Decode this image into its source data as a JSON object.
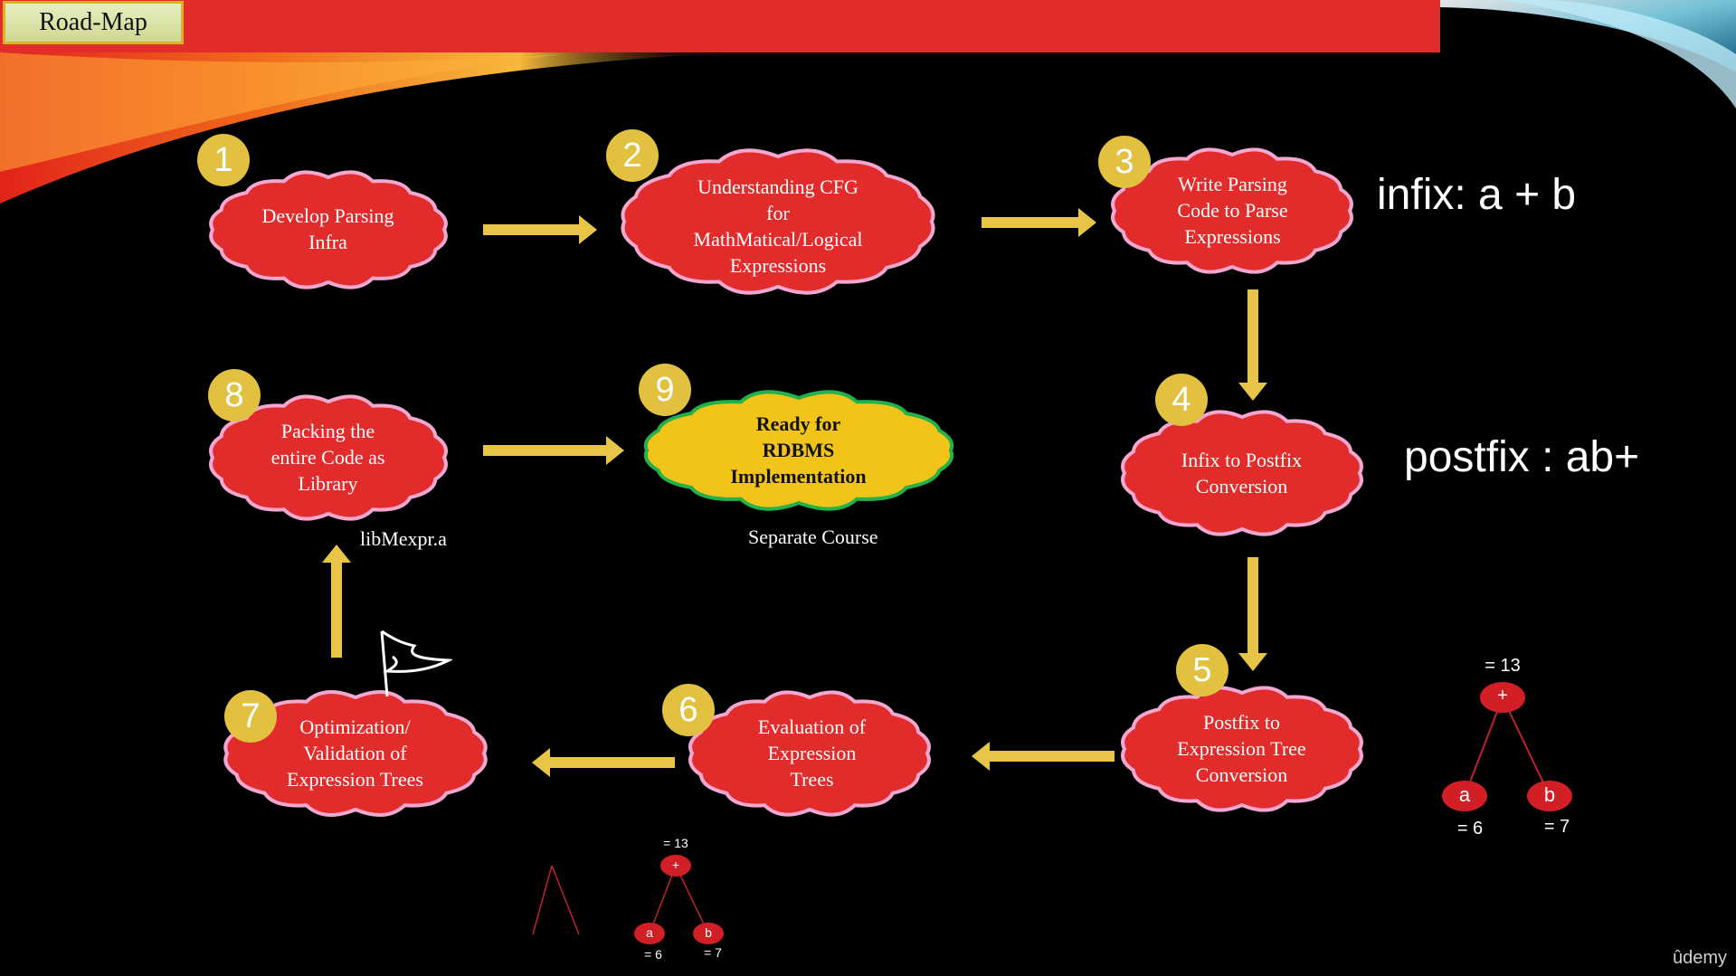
{
  "header": {
    "title": "Road-Map"
  },
  "steps": [
    {
      "number": "1",
      "text": "Develop Parsing\nInfra"
    },
    {
      "number": "2",
      "text": "Understanding CFG\nfor\nMathMatical/Logical\nExpressions"
    },
    {
      "number": "3",
      "text": "Write Parsing\nCode to Parse\nExpressions"
    },
    {
      "number": "4",
      "text": "Infix to Postfix\nConversion"
    },
    {
      "number": "5",
      "text": "Postfix  to\nExpression Tree\nConversion"
    },
    {
      "number": "6",
      "text": "Evaluation of\nExpression\nTrees"
    },
    {
      "number": "7",
      "text": "Optimization/\nValidation of\nExpression Trees"
    },
    {
      "number": "8",
      "text": "Packing the\nentire Code as\nLibrary"
    },
    {
      "number": "9",
      "text": "Ready for\nRDBMS\nImplementation"
    }
  ],
  "notes": {
    "infix": "infix: a + b",
    "postfix": "postfix : ab+",
    "library_file": "libMexpr.a",
    "separate_course": "Separate Course"
  },
  "tree_large": {
    "root": "+",
    "result": "= 13",
    "left": "a",
    "left_value": "= 6",
    "right": "b",
    "right_value": "= 7"
  },
  "tree_small": {
    "root": "+",
    "result": "= 13",
    "left": "a",
    "left_value": "= 6",
    "right": "b",
    "right_value": "= 7"
  },
  "branding": {
    "logo": "ûdemy"
  },
  "colors": {
    "background": "#000000",
    "cloud_fill": "#e22b2b",
    "cloud_outline": "#f4a7d0",
    "final_cloud_fill": "#f2c318",
    "final_cloud_outline": "#22b24c",
    "arrow": "#e8c547",
    "badge": "#e2c140",
    "title_bar": "#e22b2b"
  }
}
